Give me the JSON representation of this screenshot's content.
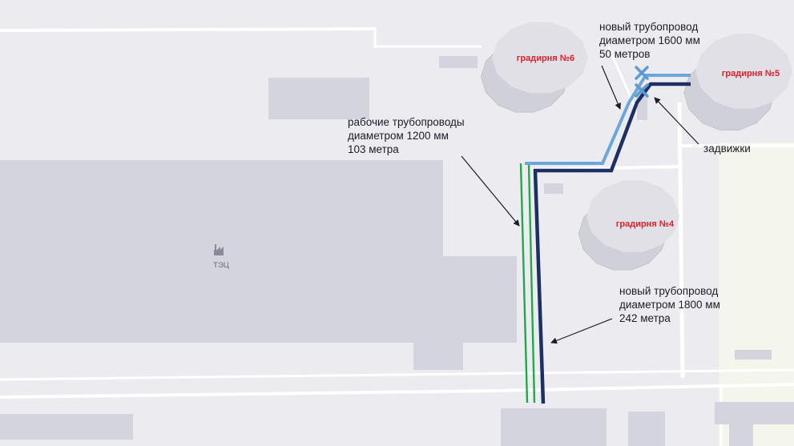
{
  "map": {
    "colors": {
      "background": "#ececf0",
      "building": "#d4d4de",
      "tower": "#d0d0d8",
      "road": "#ffffff",
      "green_area": "#f4f5ec",
      "pipe_existing": "#22a84a",
      "pipe_new_1600": "#6da6d8",
      "pipe_new_1800": "#1c3064",
      "valve": "#5b9bd5",
      "label_red": "#e2202a",
      "text": "#1c1c28"
    },
    "poi": {
      "name": "ТЭЦ",
      "icon": "factory-icon"
    },
    "towers": [
      {
        "id": "6",
        "label": "градирня №6"
      },
      {
        "id": "5",
        "label": "градирня №5"
      },
      {
        "id": "4",
        "label": "градирня №4"
      }
    ],
    "annotations": {
      "new_pipe_1600": [
        "новый трубопровод",
        "диаметром 1600 мм",
        "50 метров"
      ],
      "working_pipes_1200": [
        "рабочие трубопроводы",
        "диаметром 1200 мм",
        "103 метра"
      ],
      "valves": "задвижки",
      "new_pipe_1800": [
        "новый трубопровод",
        "диаметром 1800 мм",
        "242 метра"
      ]
    }
  }
}
